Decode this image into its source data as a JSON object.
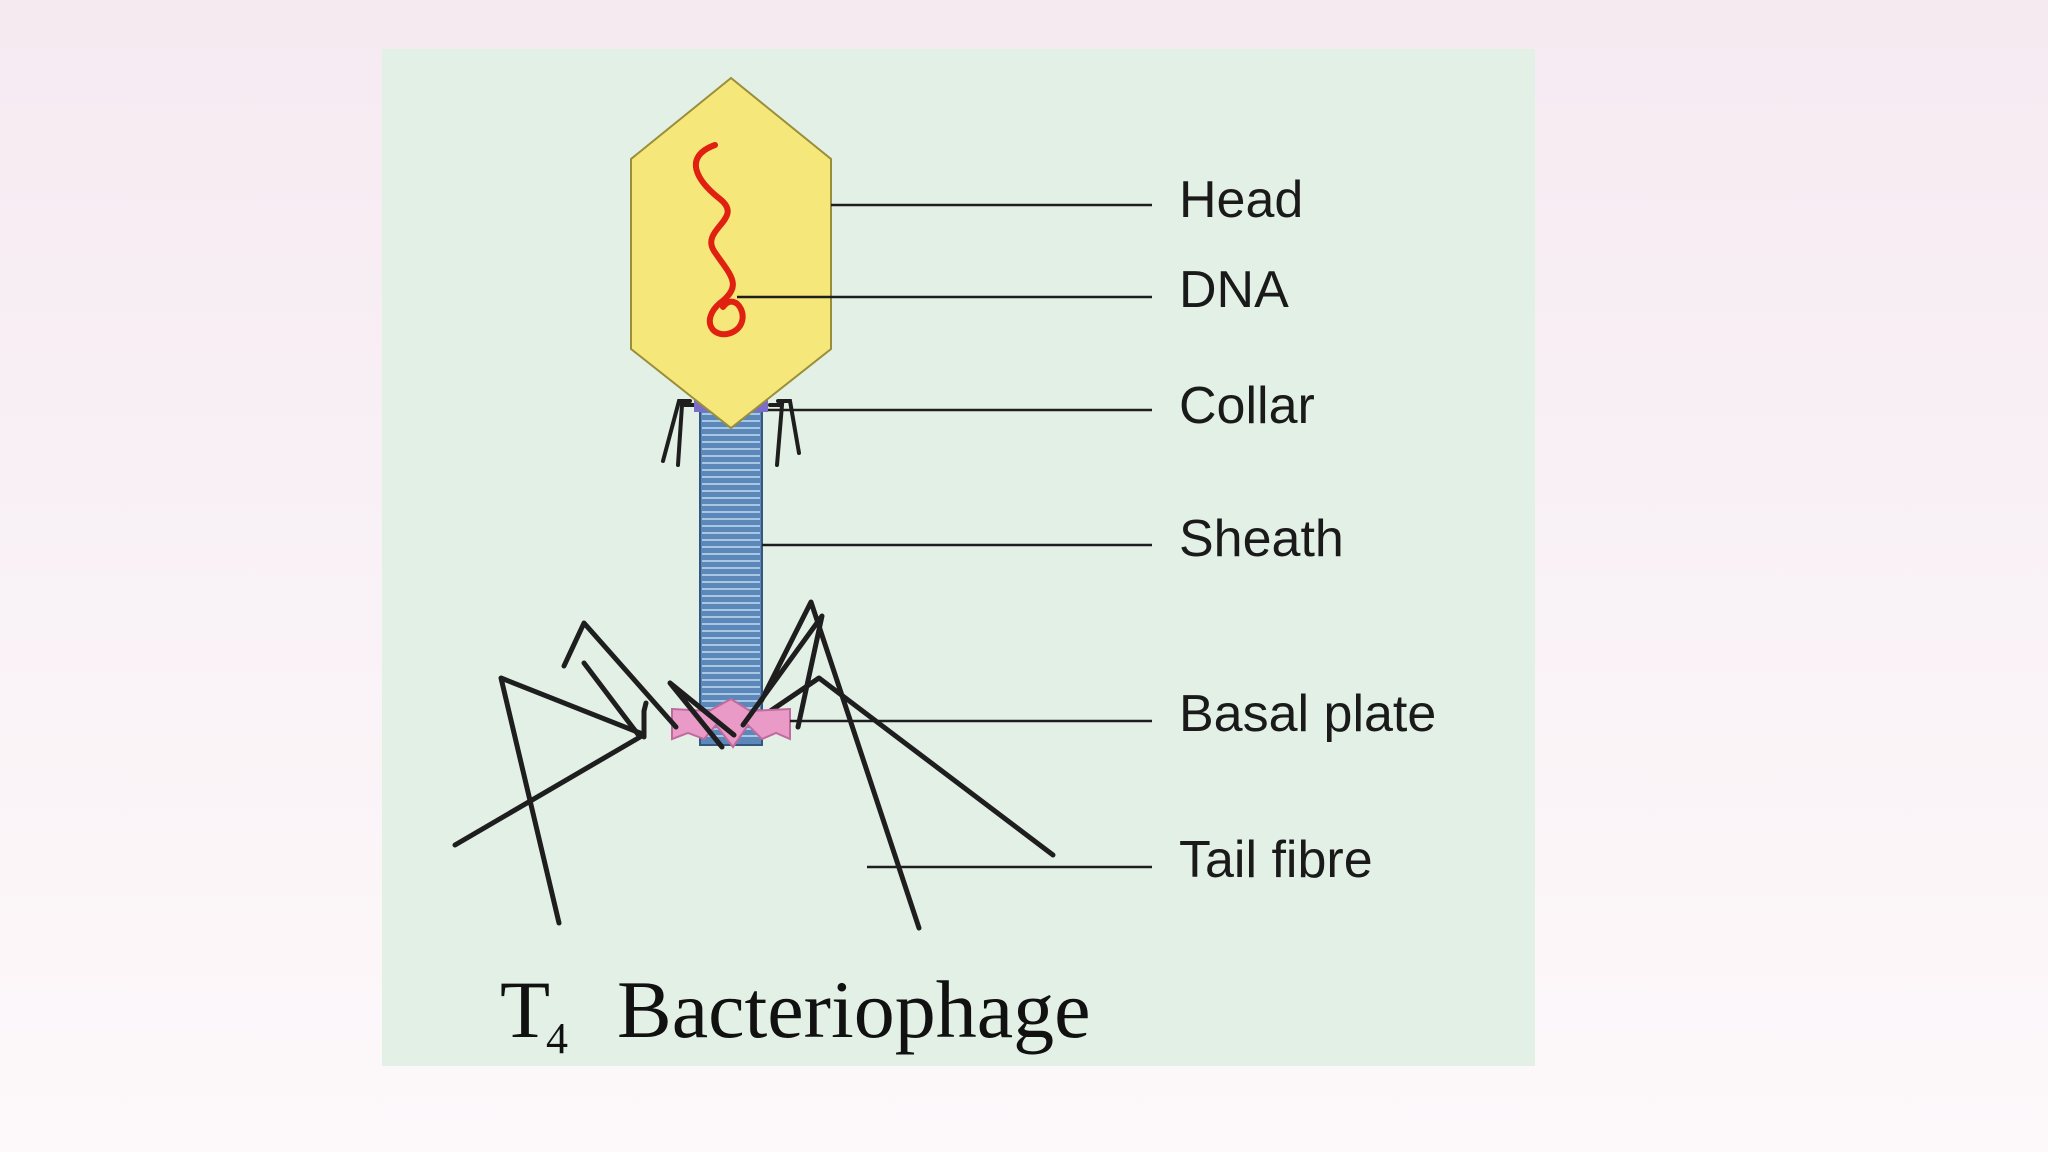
{
  "figure": {
    "labels": {
      "head": "Head",
      "dna": "DNA",
      "collar": "Collar",
      "sheath": "Sheath",
      "basal_plate": "Basal plate",
      "tail_fibre": "Tail fibre"
    },
    "caption": {
      "prefix": "T",
      "subscript": "4",
      "name": "Bacteriophage"
    }
  },
  "colors": {
    "background": "#f6eaf1",
    "panel": "#e3f0e6",
    "head_fill": "#f6e77a",
    "dna": "#e02010",
    "collar": "#7a6fc8",
    "sheath": "#5b88b8",
    "basal_plate": "#e99ac7",
    "fibre": "#1e1e1e"
  }
}
